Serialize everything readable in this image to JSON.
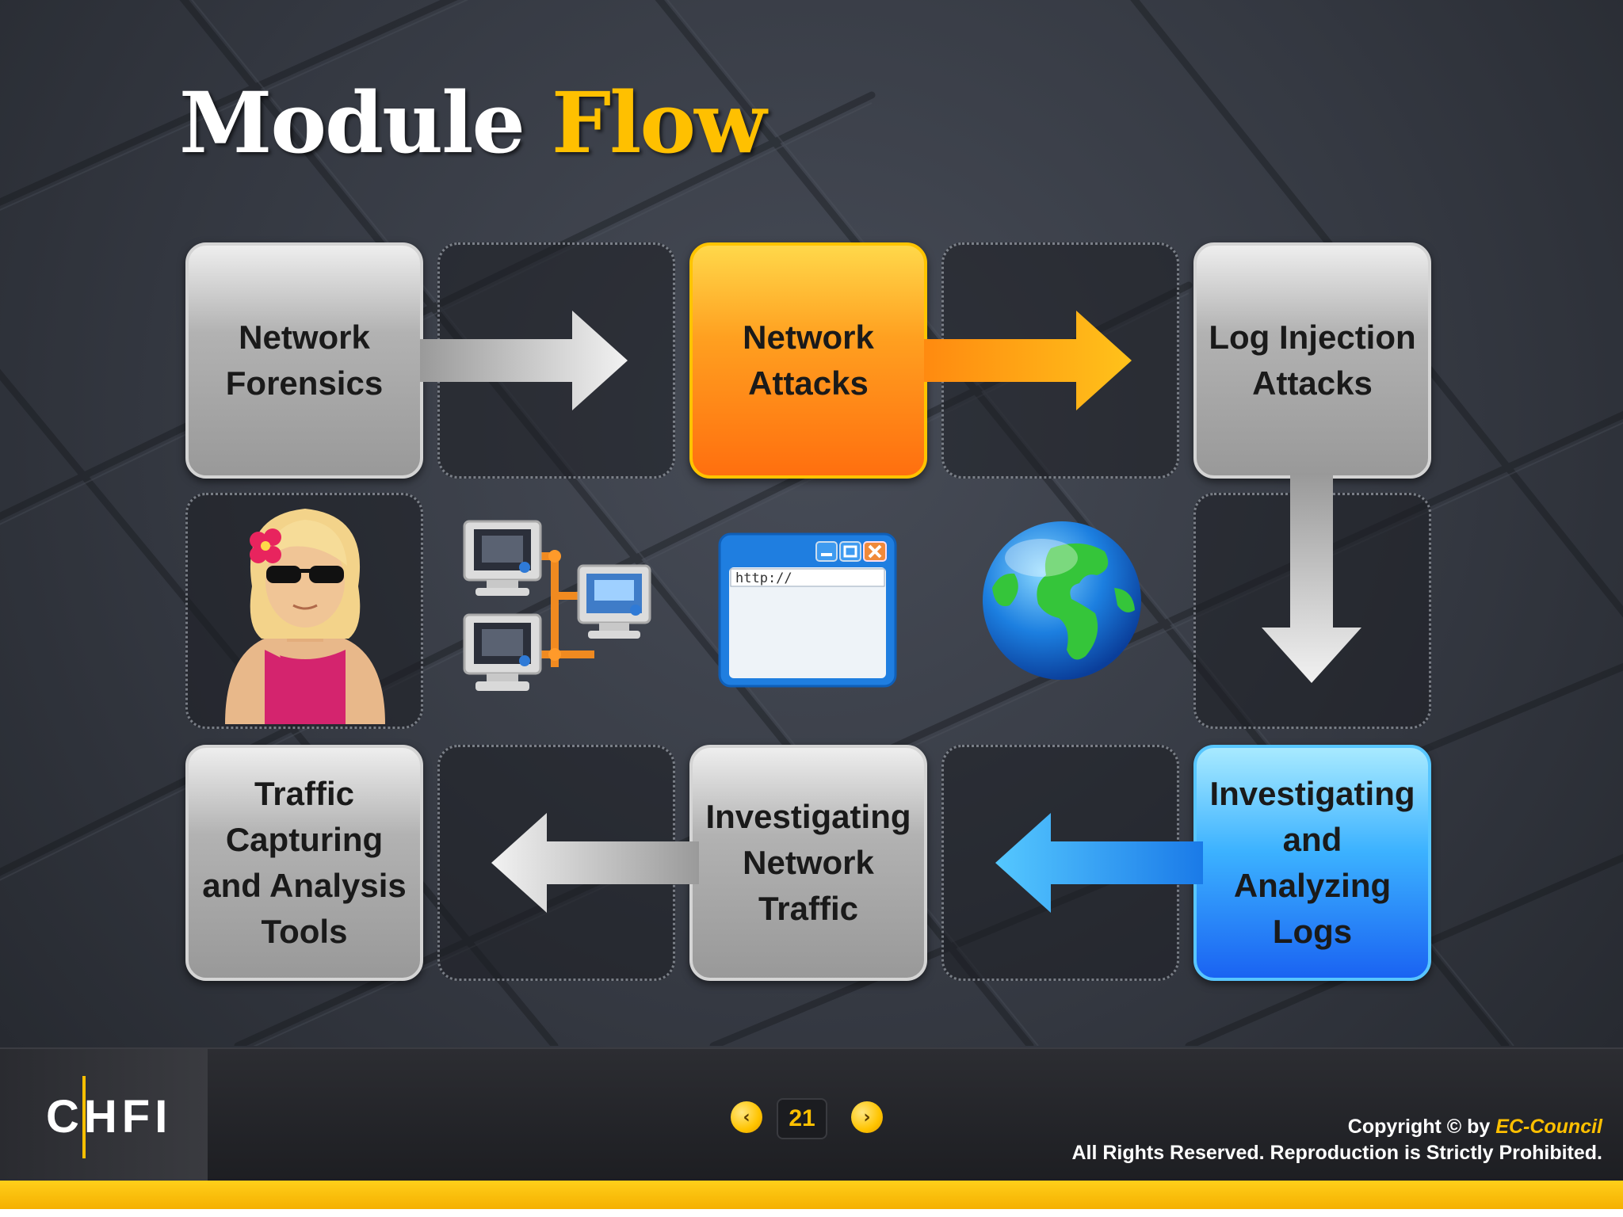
{
  "title": {
    "main": "Module",
    "accent": "Flow"
  },
  "boxes": {
    "network_forensics": "Network Forensics",
    "network_attacks": "Network Attacks",
    "log_injection_attacks": "Log Injection Attacks",
    "investigating_analyzing_logs": "Investigating and Analyzing Logs",
    "investigating_network_traffic": "Investigating Network Traffic",
    "traffic_capturing_tools": "Traffic Capturing and Analysis Tools"
  },
  "icons": [
    "user-avatar-icon",
    "network-computers-icon",
    "browser-window-icon",
    "globe-icon"
  ],
  "browser": {
    "url": "http://"
  },
  "colors": {
    "accent": "#ffc000",
    "active_box": "#ff8a10",
    "highlight_box": "#2f8ff5",
    "default_box": "#b0b0b0"
  },
  "footer": {
    "logo": "CHFI",
    "prev_icon": "‹",
    "next_icon": "›",
    "page_number": "21",
    "copyright_prefix": "Copyright © by",
    "brand": "EC-Council",
    "rights": "All Rights Reserved. Reproduction is Strictly Prohibited."
  }
}
